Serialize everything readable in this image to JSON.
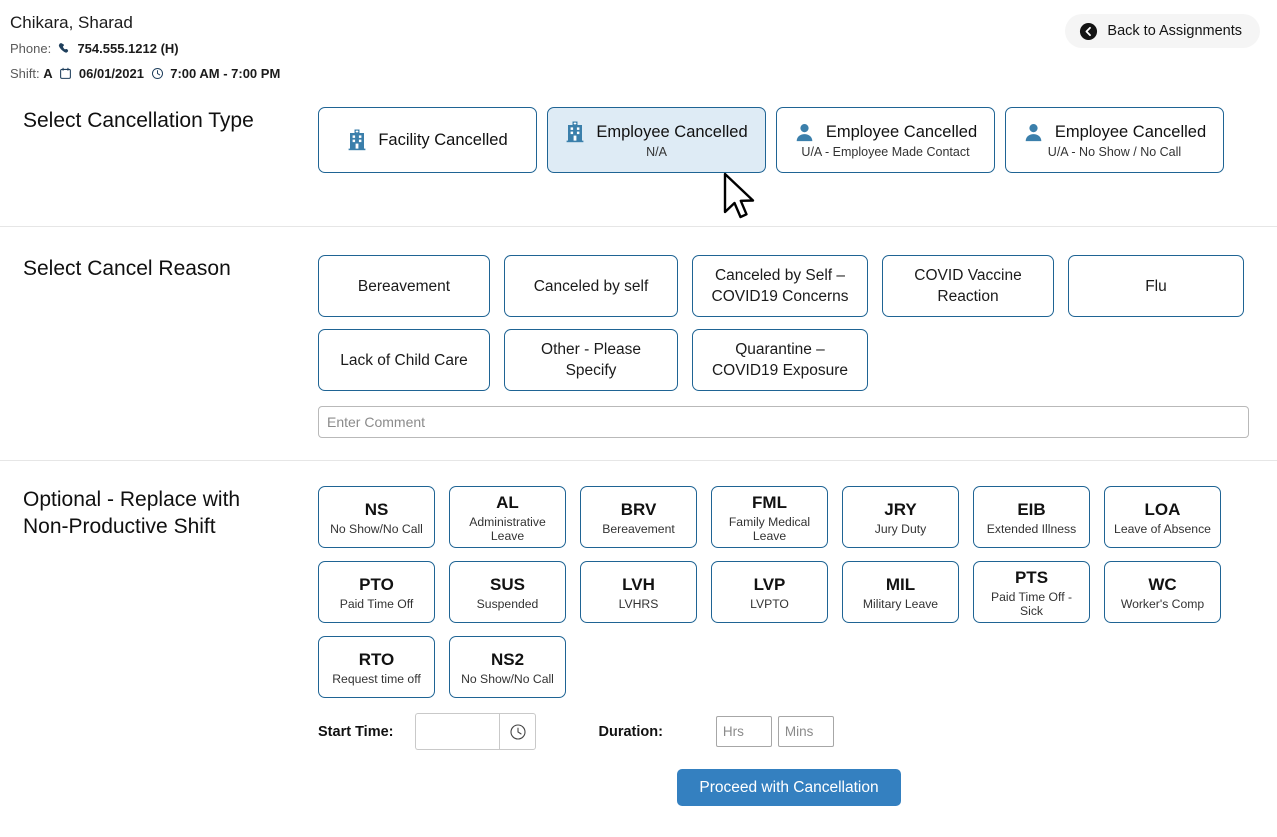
{
  "header": {
    "employee_name": "Chikara, Sharad",
    "phone_label": "Phone:",
    "phone_icon": "phone-icon",
    "phone_value": "754.555.1212 (H)",
    "shift_label": "Shift:",
    "shift_value": "A",
    "calendar_icon": "calendar-icon",
    "date": "06/01/2021",
    "clock_icon": "clock-icon",
    "time_range": "7:00 AM - 7:00 PM",
    "back_button": "Back to Assignments",
    "back_icon": "back-arrow-circle-icon"
  },
  "cancellation_type": {
    "title": "Select Cancellation Type",
    "cards": [
      {
        "icon": "hospital-icon",
        "title": "Facility Cancelled",
        "sub": "",
        "selected": false
      },
      {
        "icon": "hospital-icon",
        "title": "Employee Cancelled",
        "sub": "N/A",
        "selected": true
      },
      {
        "icon": "person-icon",
        "title": "Employee Cancelled",
        "sub": "U/A - Employee Made Contact",
        "selected": false
      },
      {
        "icon": "person-icon",
        "title": "Employee Cancelled",
        "sub": "U/A - No Show / No Call",
        "selected": false
      }
    ]
  },
  "cancel_reason": {
    "title": "Select Cancel Reason",
    "row1": [
      "Bereavement",
      "Canceled by self",
      "Canceled by Self – COVID19 Concerns",
      "COVID Vaccine Reaction",
      "Flu"
    ],
    "row2": [
      "Lack of Child Care",
      "Other - Please Specify",
      "Quarantine – COVID19 Exposure"
    ],
    "comment_placeholder": "Enter Comment",
    "comment_value": ""
  },
  "non_productive": {
    "title_line1": "Optional - Replace with",
    "title_line2": "Non-Productive Shift",
    "codes_row1": [
      {
        "abbr": "NS",
        "desc": "No Show/No Call"
      },
      {
        "abbr": "AL",
        "desc": "Administrative Leave"
      },
      {
        "abbr": "BRV",
        "desc": "Bereavement"
      },
      {
        "abbr": "FML",
        "desc": "Family Medical Leave"
      },
      {
        "abbr": "JRY",
        "desc": "Jury Duty"
      },
      {
        "abbr": "EIB",
        "desc": "Extended Illness"
      },
      {
        "abbr": "LOA",
        "desc": "Leave of Absence"
      }
    ],
    "codes_row2": [
      {
        "abbr": "PTO",
        "desc": "Paid Time Off"
      },
      {
        "abbr": "SUS",
        "desc": "Suspended"
      },
      {
        "abbr": "LVH",
        "desc": "LVHRS"
      },
      {
        "abbr": "LVP",
        "desc": "LVPTO"
      },
      {
        "abbr": "MIL",
        "desc": "Military Leave"
      },
      {
        "abbr": "PTS",
        "desc": "Paid Time Off - Sick"
      },
      {
        "abbr": "WC",
        "desc": "Worker's Comp"
      }
    ],
    "codes_row3": [
      {
        "abbr": "RTO",
        "desc": "Request time off"
      },
      {
        "abbr": "NS2",
        "desc": "No Show/No Call"
      }
    ],
    "start_time_label": "Start Time:",
    "start_time_value": "",
    "time_picker_icon": "clock-icon",
    "duration_label": "Duration:",
    "duration_hours_placeholder": "Hrs",
    "duration_hours_value": "",
    "duration_mins_placeholder": "Mins",
    "duration_mins_value": "",
    "proceed_button": "Proceed with Cancellation"
  },
  "colors": {
    "accent_border": "#1f6494",
    "selected_bg": "#deebf5",
    "primary_button": "#3480c0",
    "icon_blue": "#3b7fab"
  }
}
